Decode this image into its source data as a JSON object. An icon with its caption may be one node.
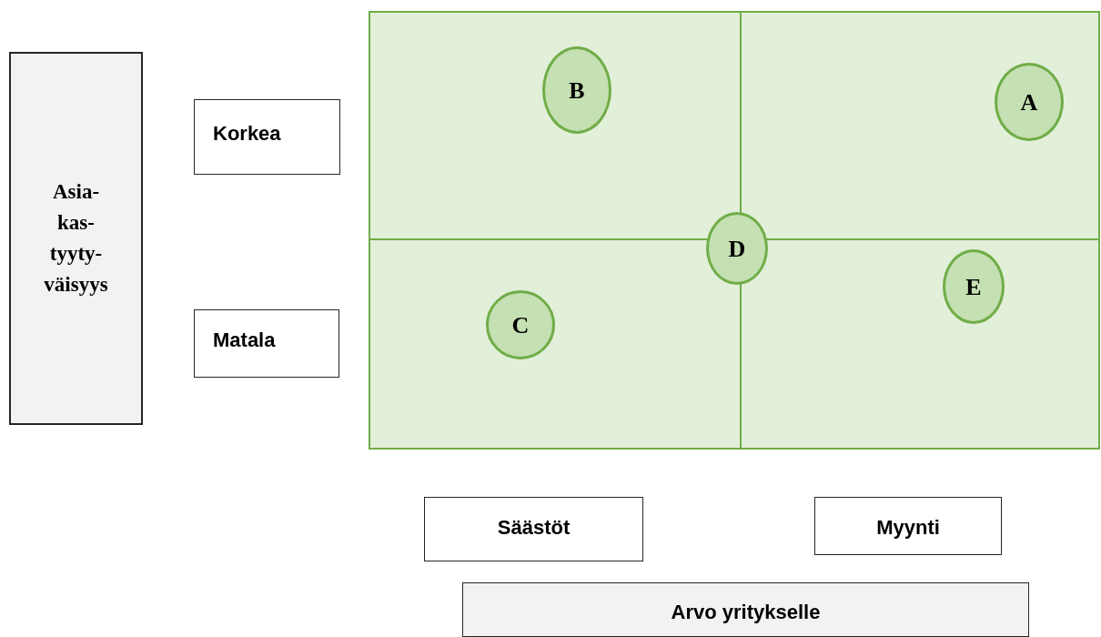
{
  "diagram": {
    "nodes": [
      {
        "text": [
          "Asia- kas- tyyty- väisyys"
        ]
      },
      {
        "text": [
          "Korkea"
        ]
      },
      {
        "text": [
          "Matala"
        ]
      },
      {
        "text": [],
        "shape": "box"
      },
      {
        "text": [
          "B"
        ],
        "in": 3
      },
      {
        "text": [
          "A"
        ],
        "in": 3
      },
      {
        "text": [
          "D"
        ],
        "in": 3
      },
      {
        "text": [
          "E"
        ],
        "in": 3
      },
      {
        "text": [
          "C"
        ],
        "in": 3
      },
      {
        "text": [
          "Säästöt"
        ]
      },
      {
        "text": [
          "Myynti"
        ]
      },
      {
        "text": [
          "Arvo yritykselle"
        ]
      }
    ]
  }
}
